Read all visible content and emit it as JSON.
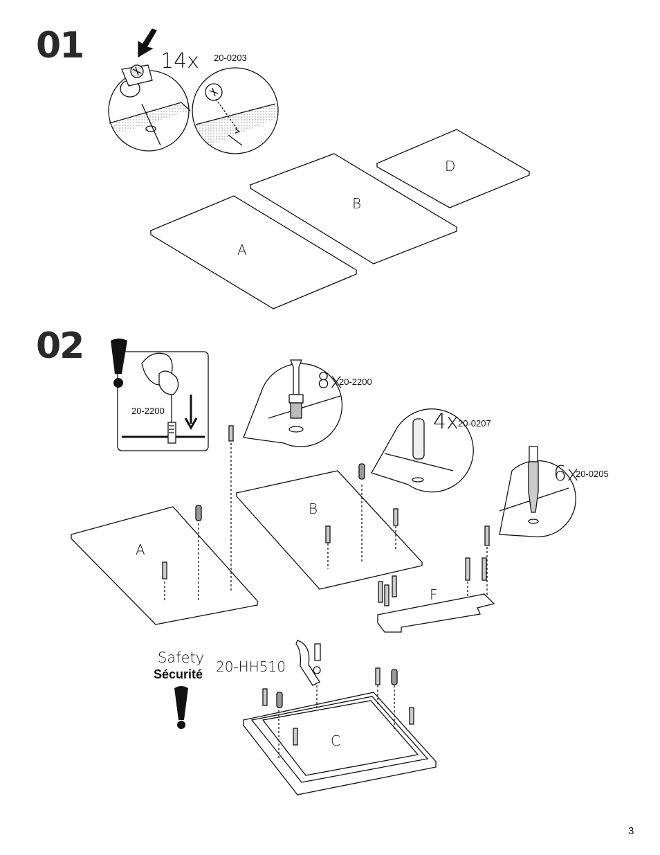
{
  "steps": {
    "s1": "01",
    "s2": "02"
  },
  "step1": {
    "qty": "14x",
    "part_code": "20-0203",
    "panels": [
      "A",
      "B",
      "D"
    ]
  },
  "step2": {
    "inset_code": "20-2200",
    "callouts": [
      {
        "qty": "8x",
        "code": "20-2200"
      },
      {
        "qty": "4x",
        "code": "20-0207"
      },
      {
        "qty": "6x",
        "code": "20-0205"
      }
    ],
    "panels": [
      "A",
      "B",
      "F",
      "C"
    ],
    "safety_en": "Safety",
    "safety_fr": "Sécurité",
    "safety_code": "20-HH510"
  },
  "page_number": "3"
}
